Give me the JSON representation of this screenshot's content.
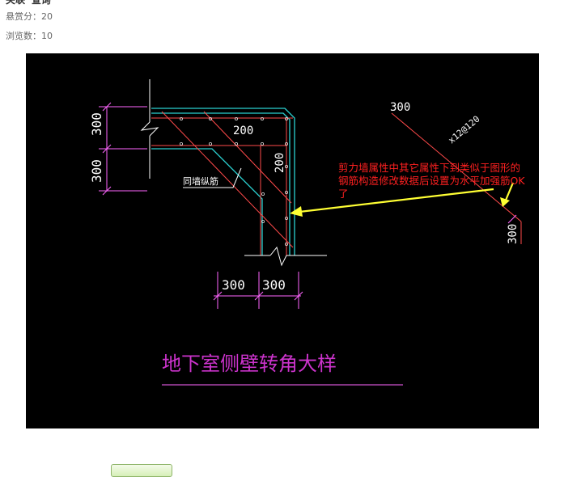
{
  "header": {
    "top_cut_text": "关联“查询”",
    "reward_label": "悬赏分：",
    "reward_value": "20",
    "views_label": "浏览数：",
    "views_value": "10"
  },
  "drawing": {
    "dims": {
      "d300_left_upper": "300",
      "d300_left_lower": "300",
      "d200_top": "200",
      "d200_side": "200",
      "d300_bottom_left": "300",
      "d300_bottom_right": "300",
      "d300_right_top": "300",
      "d300_right_side": "300",
      "rebar_spec": "x12@120"
    },
    "label_wall_rebar": "同墙纵筋",
    "title": "地下室侧壁转角大样",
    "annotation_line1": "剪力墙属性中其它属性下到类似于图形的",
    "annotation_line2": "钢筋构造修改数据后设置为水平加强筋OK",
    "annotation_line3": "了",
    "colors": {
      "background": "#000000",
      "wall_outline": "#2bd0d0",
      "rebar": "#ff4a4a",
      "dimension": "#ff66ff",
      "annotation_text": "#ff2020",
      "arrow": "#ffff33",
      "white_line": "#ffffff"
    }
  }
}
